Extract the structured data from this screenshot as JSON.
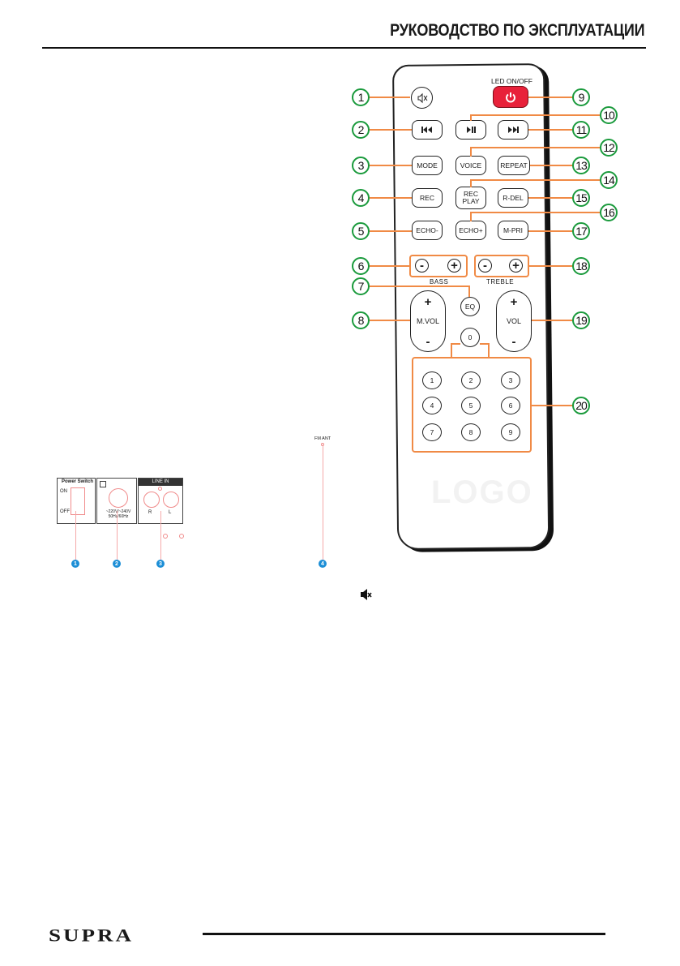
{
  "header": {
    "title": "РУКОВОДСТВО ПО ЭКСПЛУАТАЦИИ"
  },
  "footer": {
    "brand": "SUPRA"
  },
  "remote": {
    "led_label": "LED ON/OFF",
    "buttons": {
      "mode": "MODE",
      "voice": "VOICE",
      "repeat": "REPEAT",
      "rec": "REC",
      "rec_play": "REC PLAY",
      "r_del": "R-DEL",
      "echo_minus": "ECHO-",
      "echo_plus": "ECHO+",
      "m_pri": "M-PRI",
      "eq": "EQ",
      "m_vol": "M.VOL",
      "vol": "VOL",
      "plus": "+",
      "minus": "-",
      "zero": "0",
      "digits": [
        "1",
        "2",
        "3",
        "4",
        "5",
        "6",
        "7",
        "8",
        "9"
      ]
    },
    "bass_label": "BASS",
    "treble_label": "TREBLE",
    "watermark": "LOGO",
    "callouts": [
      "1",
      "2",
      "3",
      "4",
      "5",
      "6",
      "7",
      "8",
      "9",
      "10",
      "11",
      "12",
      "13",
      "14",
      "15",
      "16",
      "17",
      "18",
      "19",
      "20"
    ],
    "colors": {
      "power": "#e8213a",
      "callout_ring": "#1a9a3c",
      "leader": "#f08a45"
    },
    "icons": {
      "mute": "speaker-mute-icon",
      "prev": "prev-track-icon",
      "play_pause": "play-pause-icon",
      "next": "next-track-icon",
      "power": "power-icon"
    }
  },
  "back_panel": {
    "power_switch_label": "Power Switch",
    "on_label": "ON",
    "off_label": "OFF",
    "power_input_label": "~220V/~240V 50Hz/60Hz",
    "line_in_label": "LINE IN",
    "r_label": "R",
    "l_label": "L",
    "fm_ant_label": "FM ANT",
    "numbers": [
      "1",
      "2",
      "3",
      "4"
    ],
    "colors": {
      "number_badge": "#1c8ed6",
      "marker": "#f5a9a9"
    }
  }
}
